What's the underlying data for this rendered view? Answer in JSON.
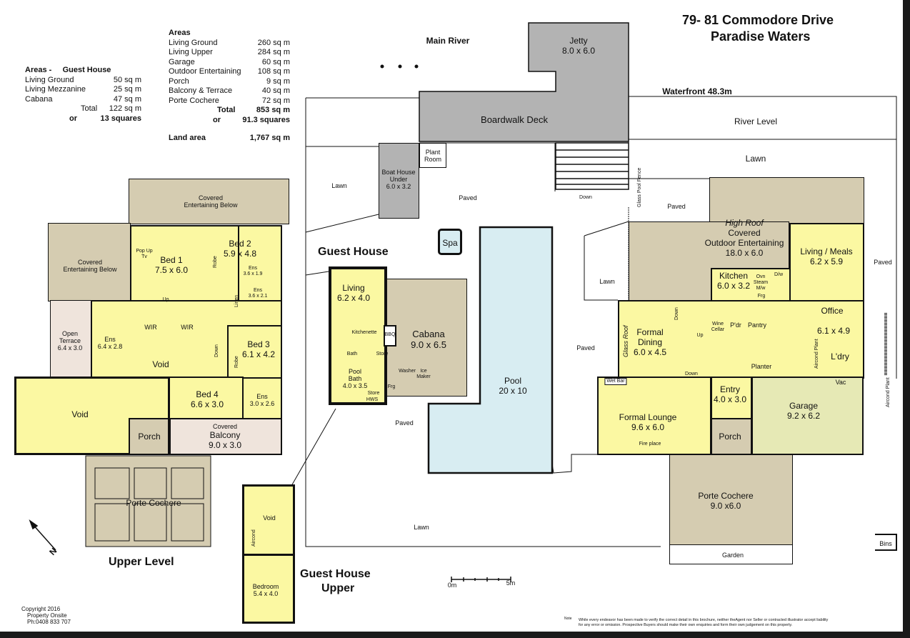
{
  "title": {
    "line1": "79- 81 Commodore Drive",
    "line2": "Paradise Waters"
  },
  "areas_main": {
    "heading": "Areas",
    "rows": [
      {
        "label": "Living Ground",
        "value": "260 sq m"
      },
      {
        "label": "Living Upper",
        "value": "284 sq m"
      },
      {
        "label": "Garage",
        "value": "60 sq m"
      },
      {
        "label": "Outdoor Entertaining",
        "value": "108 sq m"
      },
      {
        "label": "Porch",
        "value": "9 sq m"
      },
      {
        "label": "Balcony & Terrace",
        "value": "40 sq m"
      },
      {
        "label": "Porte Cochere",
        "value": "72 sq m"
      }
    ],
    "total_label": "Total",
    "total_value": "853 sq m",
    "or_label": "or",
    "squares": "91.3 squares",
    "land_label": "Land area",
    "land_value": "1,767 sq m"
  },
  "areas_guest": {
    "heading": "Areas -     Guest House",
    "rows": [
      {
        "label": "Living Ground",
        "value": "50 sq m"
      },
      {
        "label": "Living Mezzanine",
        "value": "25 sq m"
      },
      {
        "label": "Cabana",
        "value": "47 sq m"
      }
    ],
    "total_label": "Total",
    "total_value": "122 sq m",
    "or_label": "or",
    "squares": "13 squares"
  },
  "site": {
    "main_river": "Main River",
    "jetty": "Jetty",
    "jetty_dim": "8.0 x 6.0",
    "boardwalk": "Boardwalk Deck",
    "waterfront": "Waterfront  48.3m",
    "river_level": "River Level",
    "lawn": "Lawn",
    "paved": "Paved",
    "down": "Down",
    "boat_house": "Boat House",
    "boat_house2": "Under",
    "boat_house_dim": "6.0 x 3.2",
    "plant_room": "Plant",
    "plant_room2": "Room",
    "spa": "Spa",
    "pool": "Pool",
    "pool_dim": "20 x 10",
    "glass_fence": "Glass Pool Fence",
    "garden": "Garden",
    "bins": "Bins"
  },
  "guest": {
    "title": "Guest House",
    "living": "Living",
    "living_dim": "6.2 x 4.0",
    "kitchenette": "Kitchenette",
    "bbq": "BBQ",
    "bath": "Bath",
    "store": "Store",
    "pool_bath": "Pool",
    "pool_bath2": "Bath",
    "pool_bath_dim": "4.0 x 3.5",
    "store_hws": "Store",
    "hws": "HWS",
    "frg": "Frg",
    "washer": "Washer",
    "ice": "Ice",
    "maker": "Maker",
    "cabana": "Cabana",
    "cabana_dim": "9.0 x 6.5",
    "upper_title": "Guest House",
    "upper_title2": "Upper",
    "void": "Void",
    "aircond": "Aircond",
    "bedroom": "Bedroom",
    "bedroom_dim": "5.4 x 4.0"
  },
  "upper": {
    "title": "Upper Level",
    "cov_ent_top": "Covered",
    "cov_ent_top2": "Entertaining Below",
    "cov_ent_left": "Covered",
    "cov_ent_left2": "Entertaining Below",
    "bed1": "Bed 1",
    "bed1_dim": "7.5 x 6.0",
    "popup": "Pop Up",
    "tv": "Tv",
    "up": "Up",
    "bed2": "Bed 2",
    "bed2_dim": "5.9 x 4.8",
    "robe": "Robe",
    "ens_a": "Ens",
    "ens_a_dim": "3.6 x 1.9",
    "ens_b": "Ens",
    "ens_b_dim": "3.6 x 2.1",
    "linen": "Linen",
    "wir": "WIR",
    "down": "Down",
    "void": "Void",
    "void2": "Void",
    "open_terrace": "Open",
    "open_terrace2": "Terrace",
    "open_terrace_dim": "6.4 x 3.0",
    "ens_c": "Ens",
    "ens_c_dim": "6.4 x 2.8",
    "bed3": "Bed 3",
    "bed3_dim": "6.1 x 4.2",
    "bed4": "Bed 4",
    "bed4_dim": "6.6 x 3.0",
    "ens_d": "Ens",
    "ens_d_dim": "3.0 x 2.6",
    "porch": "Porch",
    "balcony": "Covered",
    "balcony2": "Balcony",
    "balcony_dim": "9.0 x 3.0",
    "porte": "Porte Cochere"
  },
  "ground": {
    "high_roof": "High Roof",
    "outdoor": "Covered",
    "outdoor2": "Outdoor Entertaining",
    "outdoor_dim": "18.0 x 6.0",
    "living_meals": "Living / Meals",
    "living_meals_dim": "6.2 x 5.9",
    "kitchen": "Kitchen",
    "kitchen_dim": "6.0 x 3.2",
    "ovn": "Ovn",
    "steam": "Steam",
    "mw": "M/w",
    "dw": "D/w",
    "frg": "Frg",
    "formal_dining": "Formal",
    "formal_dining2": "Dining",
    "formal_dining_dim": "6.0 x 4.5",
    "glass_roof": "Glass Roof",
    "wine": "Wine Cellar",
    "pdr": "P'dr",
    "pantry": "Pantry",
    "up": "Up",
    "down": "Down",
    "planter": "Planter",
    "office": "Office",
    "office_dim": "6.1 x 4.9",
    "ldry": "L'dry",
    "aircond_plant": "Aircond Plant",
    "vac": "Vac",
    "wet_bar": "Wet Bar",
    "formal_lounge": "Formal Lounge",
    "formal_lounge_dim": "9.6 x 6.0",
    "fire_place": "Fire place",
    "entry": "Entry",
    "entry_dim": "4.0 x 3.0",
    "porch": "Porch",
    "garage": "Garage",
    "garage_dim": "9.2 x 6.2",
    "porte": "Porte Cochere",
    "porte_dim": "9.0 x6.0",
    "aircond_plant2": "Aircond Plant"
  },
  "scale": {
    "start": "0m",
    "end": "5m"
  },
  "north": "N",
  "copyright": {
    "line1": "Copyright 2016",
    "line2": "Property Onsite",
    "line3": "Ph:0408 833 707"
  },
  "note": {
    "label": "Note",
    "text1": "While every endeavor has been made to verify the correct detail in this brochure, neither theAgent nor Seller or contracted illustrator accept liability",
    "text2": "for any error or omission. Prospective Buyers should make their own enquiries and form their own judgement on this property."
  }
}
